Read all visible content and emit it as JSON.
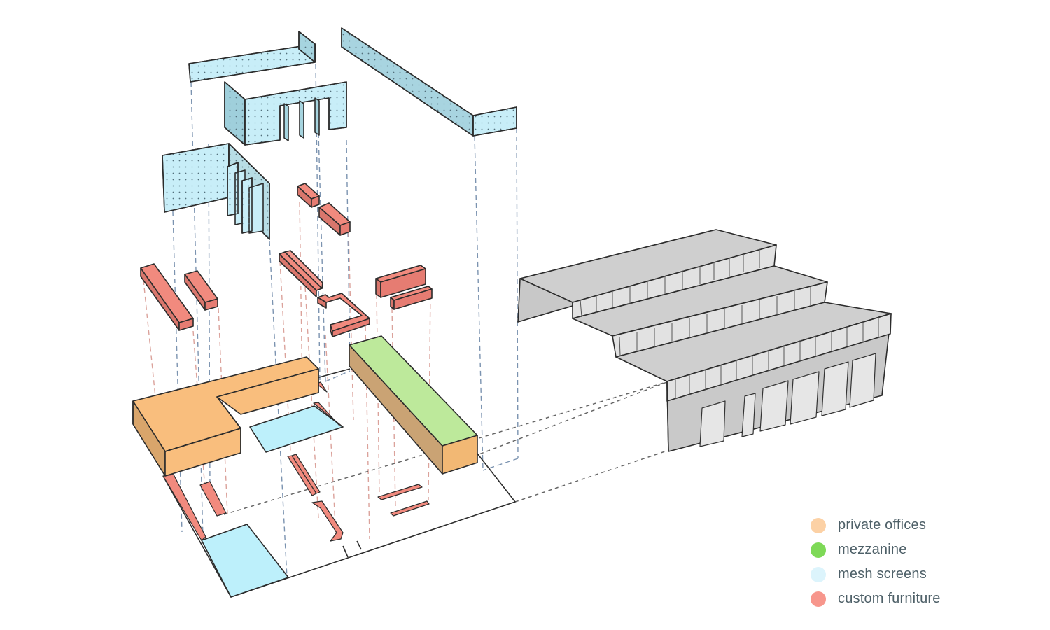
{
  "diagram": {
    "type": "exploded-axonometric",
    "components": {
      "mesh_screens_upper": [
        "top-left wall screen",
        "slatted U screen",
        "long diagonal screen",
        "folded fin screen"
      ],
      "custom_furniture": [
        "bench-left-long",
        "bench-left-short",
        "counter-double",
        "counter-stepped",
        "desk-pair",
        "box-pair-upper"
      ],
      "base_plan": [
        "private offices block",
        "mezzanine block",
        "mesh screen floor zones",
        "furniture footprints"
      ],
      "building_shell": "stepped sawtooth roof with clerestory windows and facade doors"
    }
  },
  "colors": {
    "private_offices": "#f9be7d",
    "mezzanine": "#bde99b",
    "mesh_screens": "#c4eef8",
    "custom_furniture": "#f18478",
    "building_shell": "#d0d0d0",
    "projection_blue": "#6f89a8",
    "projection_red": "#d99a93"
  },
  "legend": {
    "items": [
      {
        "label": "private offices",
        "color": "#fcd1a5"
      },
      {
        "label": "mezzanine",
        "color": "#7ed957"
      },
      {
        "label": "mesh screens",
        "color": "#dcf4fc"
      },
      {
        "label": "custom furniture",
        "color": "#f7968c"
      }
    ]
  }
}
